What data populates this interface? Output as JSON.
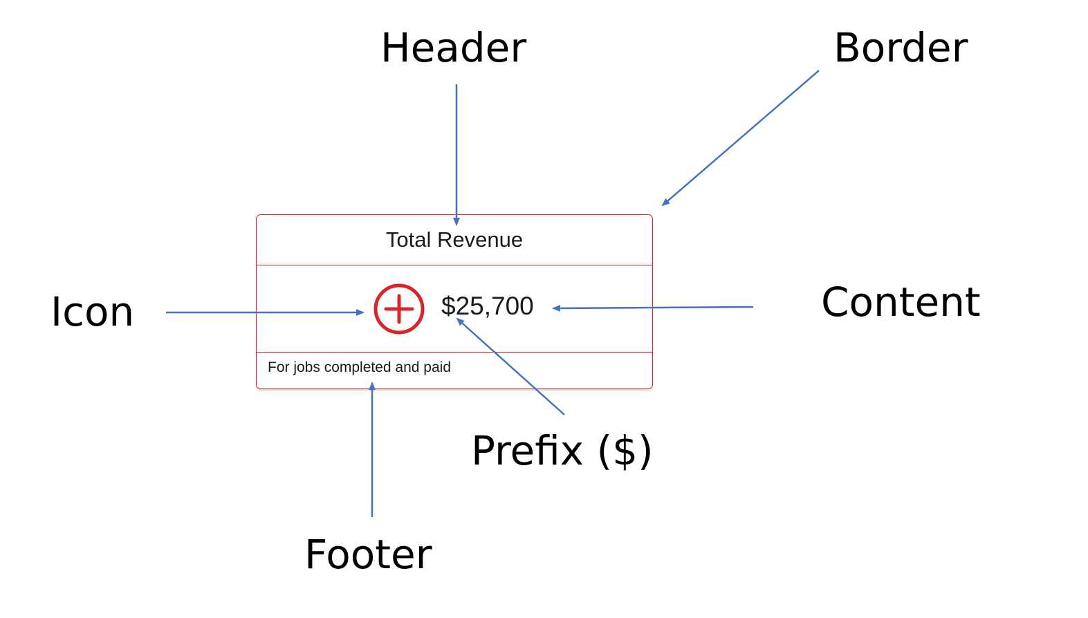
{
  "callouts": {
    "header": "Header",
    "border": "Border",
    "icon": "Icon",
    "content": "Content",
    "prefix": "Prefix ($)",
    "footer": "Footer"
  },
  "card": {
    "header": "Total Revenue",
    "value": "$25,700",
    "footer": "For jobs completed and paid",
    "icon": "plus-circle-icon"
  },
  "colors": {
    "card_accent": "#d9242b",
    "arrow": "#4472c4",
    "text": "#000000"
  }
}
